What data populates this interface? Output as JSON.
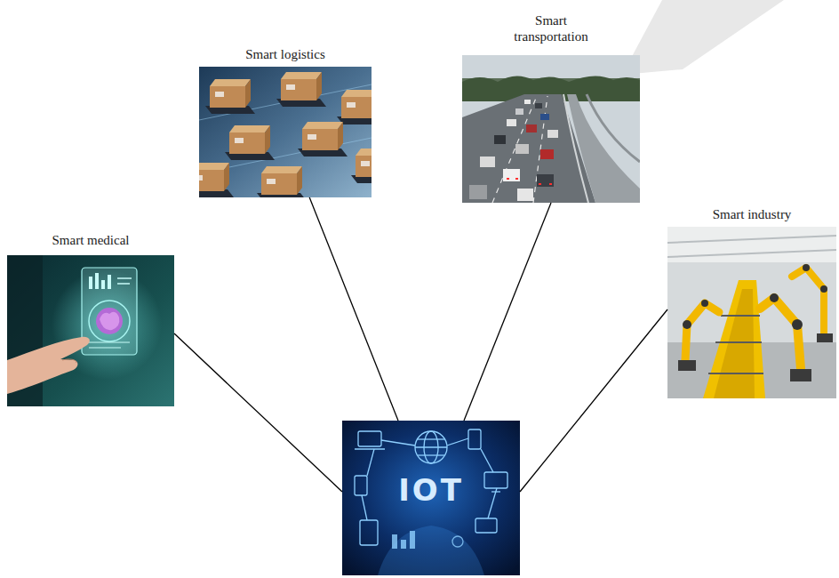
{
  "diagram": {
    "nodes": [
      {
        "text": [
          "Smart medical"
        ]
      },
      {
        "text": [
          "Smart logistics"
        ]
      },
      {
        "text": [
          "Smart transportation"
        ]
      },
      {
        "text": [
          "Smart industry"
        ]
      },
      {
        "text": [
          "IOT"
        ]
      }
    ],
    "edges": [
      {
        "from": 4,
        "to": 0,
        "arrow": "none"
      },
      {
        "from": 4,
        "to": 1,
        "arrow": "none"
      },
      {
        "from": 4,
        "to": 2,
        "arrow": "none"
      },
      {
        "from": 4,
        "to": 3,
        "arrow": "none"
      }
    ]
  }
}
